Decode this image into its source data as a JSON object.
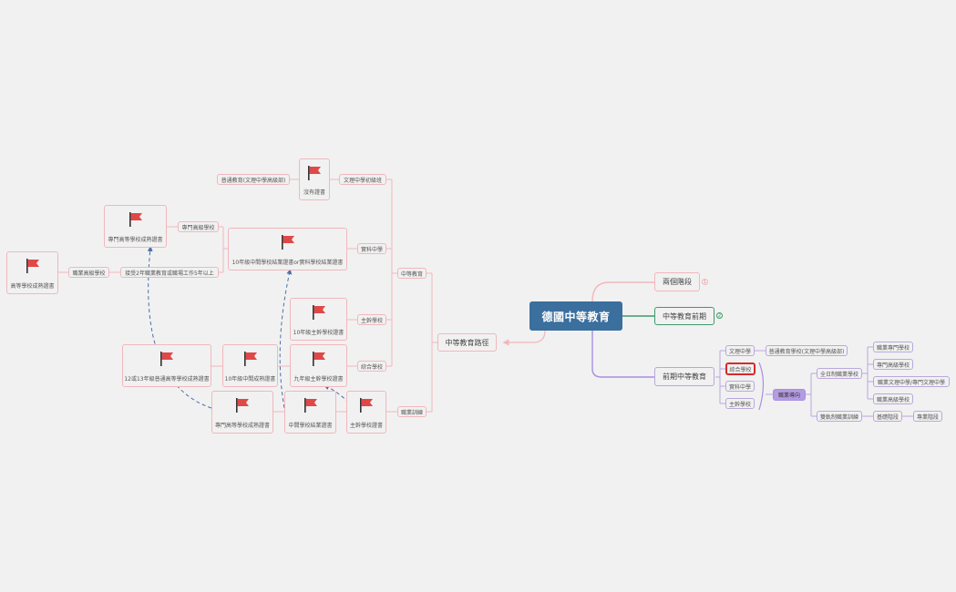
{
  "root": {
    "label": "德國中等教育"
  },
  "right": {
    "two_stages": {
      "label": "兩個階段",
      "badge": "1"
    },
    "duration": {
      "label": "中等教育前期",
      "badge": "2"
    },
    "early": {
      "label": "前期中等教育",
      "schools": [
        "文理中學",
        "綜合學校",
        "實科中學",
        "主幹學校"
      ],
      "gymnasium_child": "普通教育學校(文理中學高級部)",
      "vocational_label": "職業導向",
      "fulltime": {
        "label": "全日制職業學校",
        "children": [
          "職業專門學校",
          "專門高級學校",
          "職業文理中學/專門文理中學",
          "職業高級學校"
        ]
      },
      "dual": {
        "label": "雙軌制職業訓練",
        "child": "基礎階段",
        "grandchild": "專業階段"
      }
    }
  },
  "left": {
    "path_label": "中等教育路徑",
    "secondary_label": "中等教育",
    "vocational_training": "職業訓練",
    "gym_upper": "文理中學初級班",
    "general_edu": "普通教育(文理中學高級部)",
    "no_cert": "沒有證書",
    "realschule": "實科中學",
    "realschule_cert": "10年級中間學校結業證書or實科學校結業證書",
    "fach_school": "專門高級學校",
    "fach_cert": "專門高等學校成熟證書",
    "work_cond": "接受2年職業教育或職場工作5年以上",
    "voc_high": "職業高級學校",
    "uni_cert": "高等學校成熟證書",
    "hauptschule": "主幹學校",
    "haupt_cert": "10年級主幹學校證書",
    "gesamt": "綜合學校",
    "haupt9_cert": "九年級主幹學校證書",
    "abitur_cert": "12或13年級普通高等學校成熟證書",
    "mittlere_cert": "10年級中間成熟證書",
    "fach_cert2": "專門高等學校成熟證書",
    "mittel_cert": "中間學校結業證書",
    "haupt_cert2": "主幹學校證書"
  },
  "colors": {
    "root": "#3a6f9e",
    "pink": "#f1b7bd",
    "green": "#3f9a6b",
    "purple": "#a98ee0",
    "blue_dash": "#4a72a8",
    "red": "#d62b2b"
  }
}
